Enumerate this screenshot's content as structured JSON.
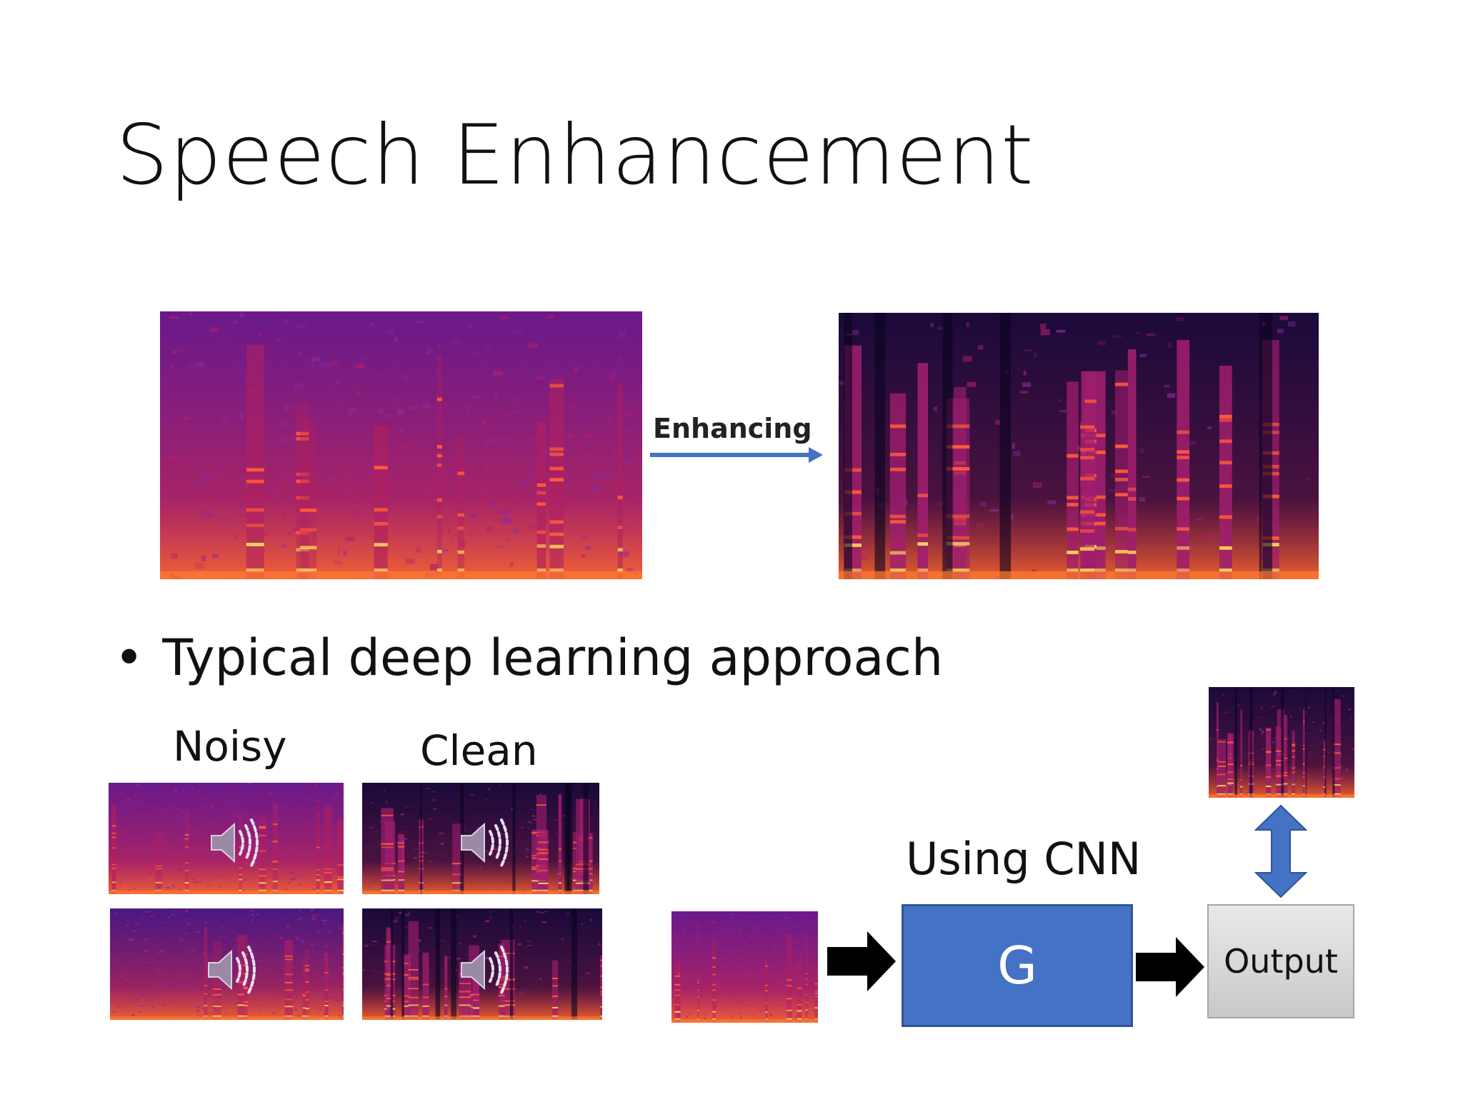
{
  "slide": {
    "title": "Speech Enhancement",
    "enhancing_label": "Enhancing",
    "bullet": "Typical deep learning approach",
    "noisy_label": "Noisy",
    "clean_label": "Clean",
    "cnn_label": "Using CNN",
    "generator_label": "G",
    "output_label": "Output"
  },
  "icons": {
    "speaker": "speaker-icon",
    "arrow": "right-arrow-icon",
    "double_arrow": "up-down-arrow-icon"
  },
  "colors": {
    "generator_box": "#4472c4",
    "double_arrow": "#4472c4",
    "enhancing_arrow": "#4472c4",
    "output_box": "#d0d0d0"
  }
}
